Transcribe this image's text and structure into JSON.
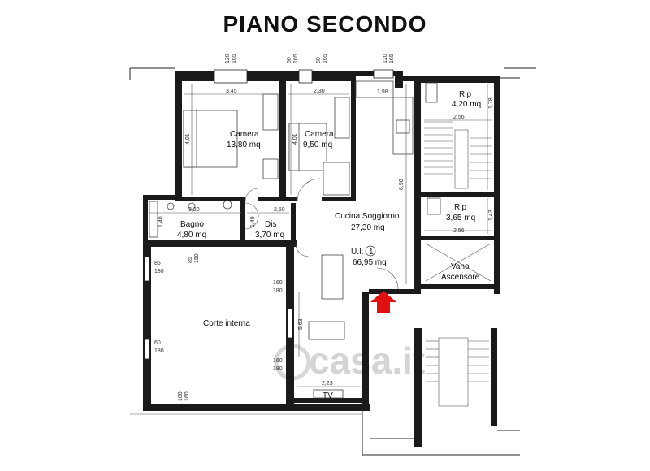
{
  "title": "PIANO SECONDO",
  "rooms": {
    "camera1": {
      "name": "Camera",
      "area": "13,80 mq"
    },
    "camera2": {
      "name": "Camera",
      "area": "9,50 mq"
    },
    "bagno": {
      "name": "Bagno",
      "area": "4,80 mq"
    },
    "dis": {
      "name": "Dis",
      "area": "3,70 mq"
    },
    "cucina": {
      "name": "Cucina Soggiorno",
      "area": "27,30 mq"
    },
    "ui": {
      "name": "U.I.",
      "number": "1",
      "area": "66,95 mq"
    },
    "rip1": {
      "name": "Rip",
      "area": "4,20 mq"
    },
    "rip2": {
      "name": "Rip",
      "area": "3,65 mq"
    },
    "vano": {
      "name": "Vano",
      "name2": "Ascensore"
    },
    "corte": {
      "name": "Corte interna"
    },
    "tv": {
      "name": "TV"
    }
  },
  "dimensions": {
    "d_345": "3,45",
    "d_230": "2,30",
    "d_198": "1,98",
    "d_401a": "4,01",
    "d_401b": "4,01",
    "d_256a": "2,56",
    "d_178": "1,78",
    "d_698": "6,98",
    "d_320": "3,20",
    "d_250": "2,50",
    "d_140": "1,40",
    "d_149": "1,49",
    "d_143": "1,43",
    "d_256b": "2,56",
    "d_563": "5,63",
    "d_223": "2,23"
  },
  "openings": {
    "w1a": "120",
    "w1b": "165",
    "w2a": "60",
    "w2b": "165",
    "w3a": "60",
    "w3b": "165",
    "w4a": "120",
    "w4b": "165",
    "c1a": "85",
    "c1b": "180",
    "c2a": "85",
    "c2b": "150",
    "c3a": "160",
    "c3b": "180",
    "c4a": "60",
    "c4b": "180",
    "c5a": "160",
    "c5b": "180",
    "c6a": "180",
    "c6b": "160"
  },
  "watermark": "casa.it",
  "colors": {
    "wall": "#1a1a1a",
    "entry_arrow": "#e01010",
    "watermark": "#cfcfcf"
  }
}
